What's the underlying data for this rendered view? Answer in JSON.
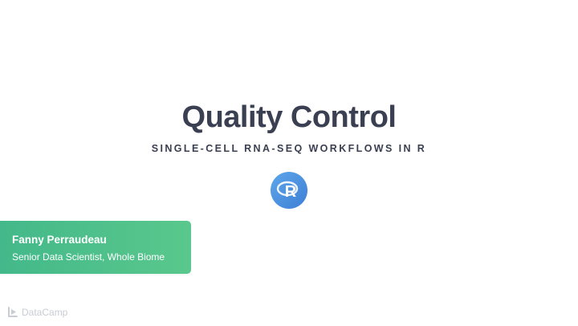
{
  "slide": {
    "title": "Quality Control",
    "subtitle": "SINGLE-CELL RNA-SEQ WORKFLOWS IN R",
    "badge_icon": "r-language-icon",
    "badge_letter": "R"
  },
  "instructor": {
    "name": "Fanny Perraudeau",
    "role": "Senior Data Scientist, Whole Biome"
  },
  "brand": {
    "icon": "datacamp-logo-icon",
    "name": "DataCamp"
  },
  "colors": {
    "title": "#3a3f51",
    "card_green": "#48bb8a",
    "badge_blue": "#4f8fdc",
    "brand_gray": "#c8ccd3"
  }
}
